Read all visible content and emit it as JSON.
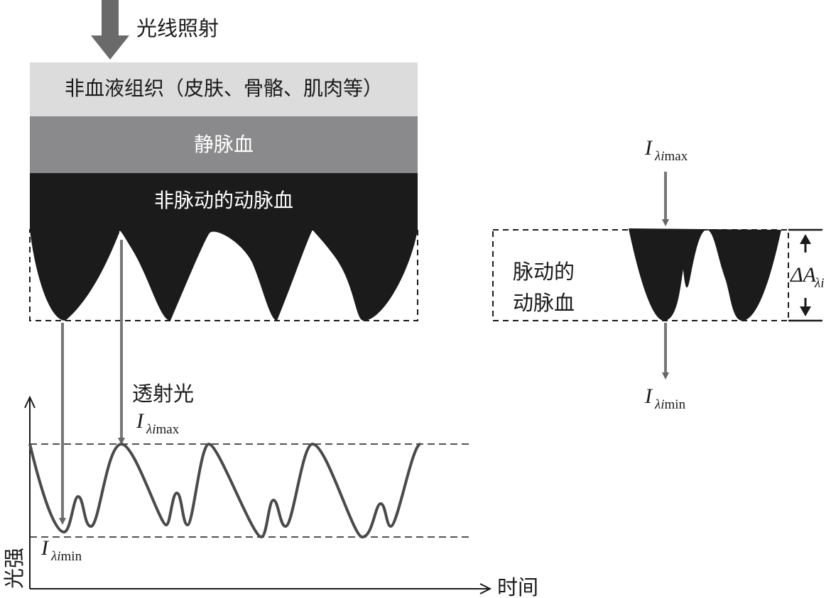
{
  "light_input": "光线照射",
  "layers": {
    "non_blood": "非血液组织（皮肤、骨骼、肌肉等）",
    "venous": "静脉血",
    "nonpulsatile_arterial": "非脉动的动脉血"
  },
  "transmitted_light": "透射光",
  "intensity_max": {
    "main": "I",
    "sub_greek": "λi",
    "sub_text": "max"
  },
  "intensity_min": {
    "main": "I",
    "sub_greek": "λi",
    "sub_text": "min"
  },
  "pulsatile_label": {
    "line1": "脉动的",
    "line2": "动脉血"
  },
  "delta_label": {
    "main": "ΔA",
    "sub": "λi"
  },
  "axes": {
    "y_label": "光强",
    "x_label": "时间"
  },
  "colors": {
    "light_gray": "#dcdcdc",
    "mid_gray": "#8a8a8c",
    "black": "#1b1b1b",
    "arrow_gray": "#666666",
    "curve_gray": "#4a4a4a"
  }
}
